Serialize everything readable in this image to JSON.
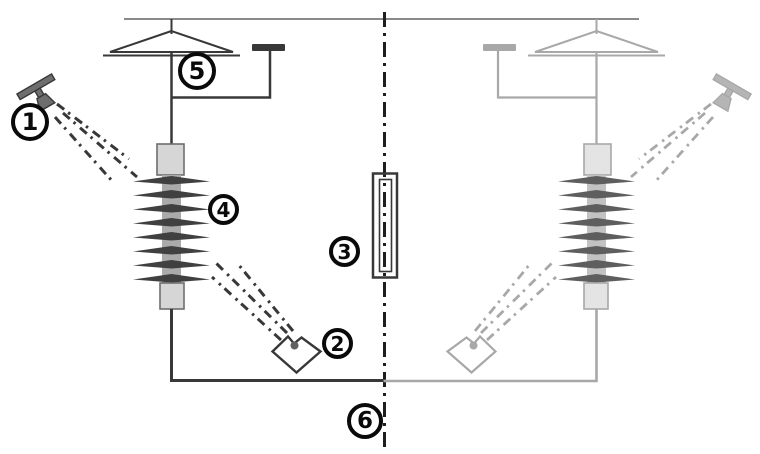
{
  "diagram": {
    "callouts": [
      {
        "text": "1"
      },
      {
        "text": "2"
      },
      {
        "text": "3"
      },
      {
        "text": "4"
      },
      {
        "text": "5"
      },
      {
        "text": "6"
      }
    ]
  },
  "colors": {
    "background": "#ffffff",
    "ink_dark": "#383838",
    "ink_light": "#a8a8a8",
    "bus_gray": "#8a8a8a",
    "axis_ink": "#1e1e1e",
    "callout_ink": "#0a0a0a",
    "cap_fill": "#d6d6d6",
    "cap_fill_light": "#e4e4e4",
    "cap_stroke": "#6e6e6e",
    "disc_dark": "#404040",
    "disc_light": "#5e5e5e",
    "shaft_fill": "#aaaaaa",
    "shaft_fill_light": "#c2c2c2",
    "gun_fill": "#6e6e6e",
    "gun_fill_light": "#b5b5b5",
    "nozzle_dot": "#606060"
  }
}
